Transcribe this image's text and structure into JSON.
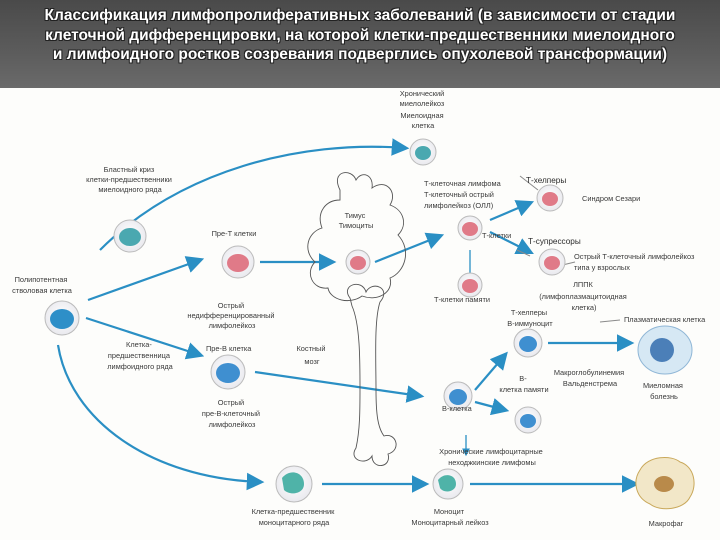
{
  "title": "Классификация лимфопролиферативных заболеваний (в зависимости от стадии клеточной дифференцировки, на которой клетки-предшественники миелоидного и лимфоидного ростков созревания подверглись опухолевой трансформации)",
  "labels": {
    "cml": [
      "Хронический",
      "миелолейкоз",
      "Миелоидная",
      "клетка"
    ],
    "blast_crisis": [
      "Бластный криз",
      "клетки-предшественники",
      "миелоидного ряда"
    ],
    "stem_cell": [
      "Полипотентная",
      "стволовая клетка"
    ],
    "pre_t": "Пре-Т клетки",
    "thymus": [
      "Тимус",
      "Тимоциты"
    ],
    "t_lymphoma": [
      "Т-клеточная лимфома",
      "Т-клеточный острый",
      "лимфолейкоз (ОЛЛ)"
    ],
    "t_helpers": "Т-хелперы",
    "sezary": "Синдром Сезари",
    "t_cells": "Т-клетки",
    "t_suppressors": "Т-супрессоры",
    "adult_t": [
      "Острый Т-клеточный лимфолейкоз",
      "типа у взрослых"
    ],
    "t_memory": "Т-клетки памяти",
    "lppk": [
      "ЛППК",
      "(лимфоплазмацитоидная",
      "клетка)"
    ],
    "plasma": "Плазматическая клетка",
    "b_immuno": [
      "Т-хелперы",
      "В-иммуноцит"
    ],
    "aul": [
      "Острый",
      "недифференцированный",
      "лимфолейкоз"
    ],
    "lymph_precursor": [
      "Клетка-",
      "предшественница",
      "лимфоидного ряда"
    ],
    "pre_b": "Пре-В клетка",
    "bone_marrow": [
      "Костный",
      "мозг"
    ],
    "macroglobulinemia": [
      "Макроглобулинемия",
      "Вальденстрема"
    ],
    "b_memory": [
      "В-",
      "клетка памяти"
    ],
    "myeloma": [
      "Миеломная",
      "болезнь"
    ],
    "b_cell": "В-клетка",
    "pre_b_all": [
      "Острый",
      "пре-В-клеточный",
      "лимфолейкоз"
    ],
    "chronic_nhl": [
      "Хронические лимфоцитарные",
      "неходжкинские лимфомы"
    ],
    "mono_precursor": [
      "Клетка-предшественник",
      "моноцитарного ряда"
    ],
    "monocyte": [
      "Моноцит",
      "Моноцитарный лейкоз"
    ],
    "macrophage": "Макрофаг"
  },
  "colors": {
    "arrow": "#2a8fc4",
    "t_cell": "#e07a88",
    "b_cell": "#3f8fd0",
    "myeloid": "#4aa8b0",
    "monocyte": "#4fb3a8",
    "macrophage": "#c9a85a"
  }
}
